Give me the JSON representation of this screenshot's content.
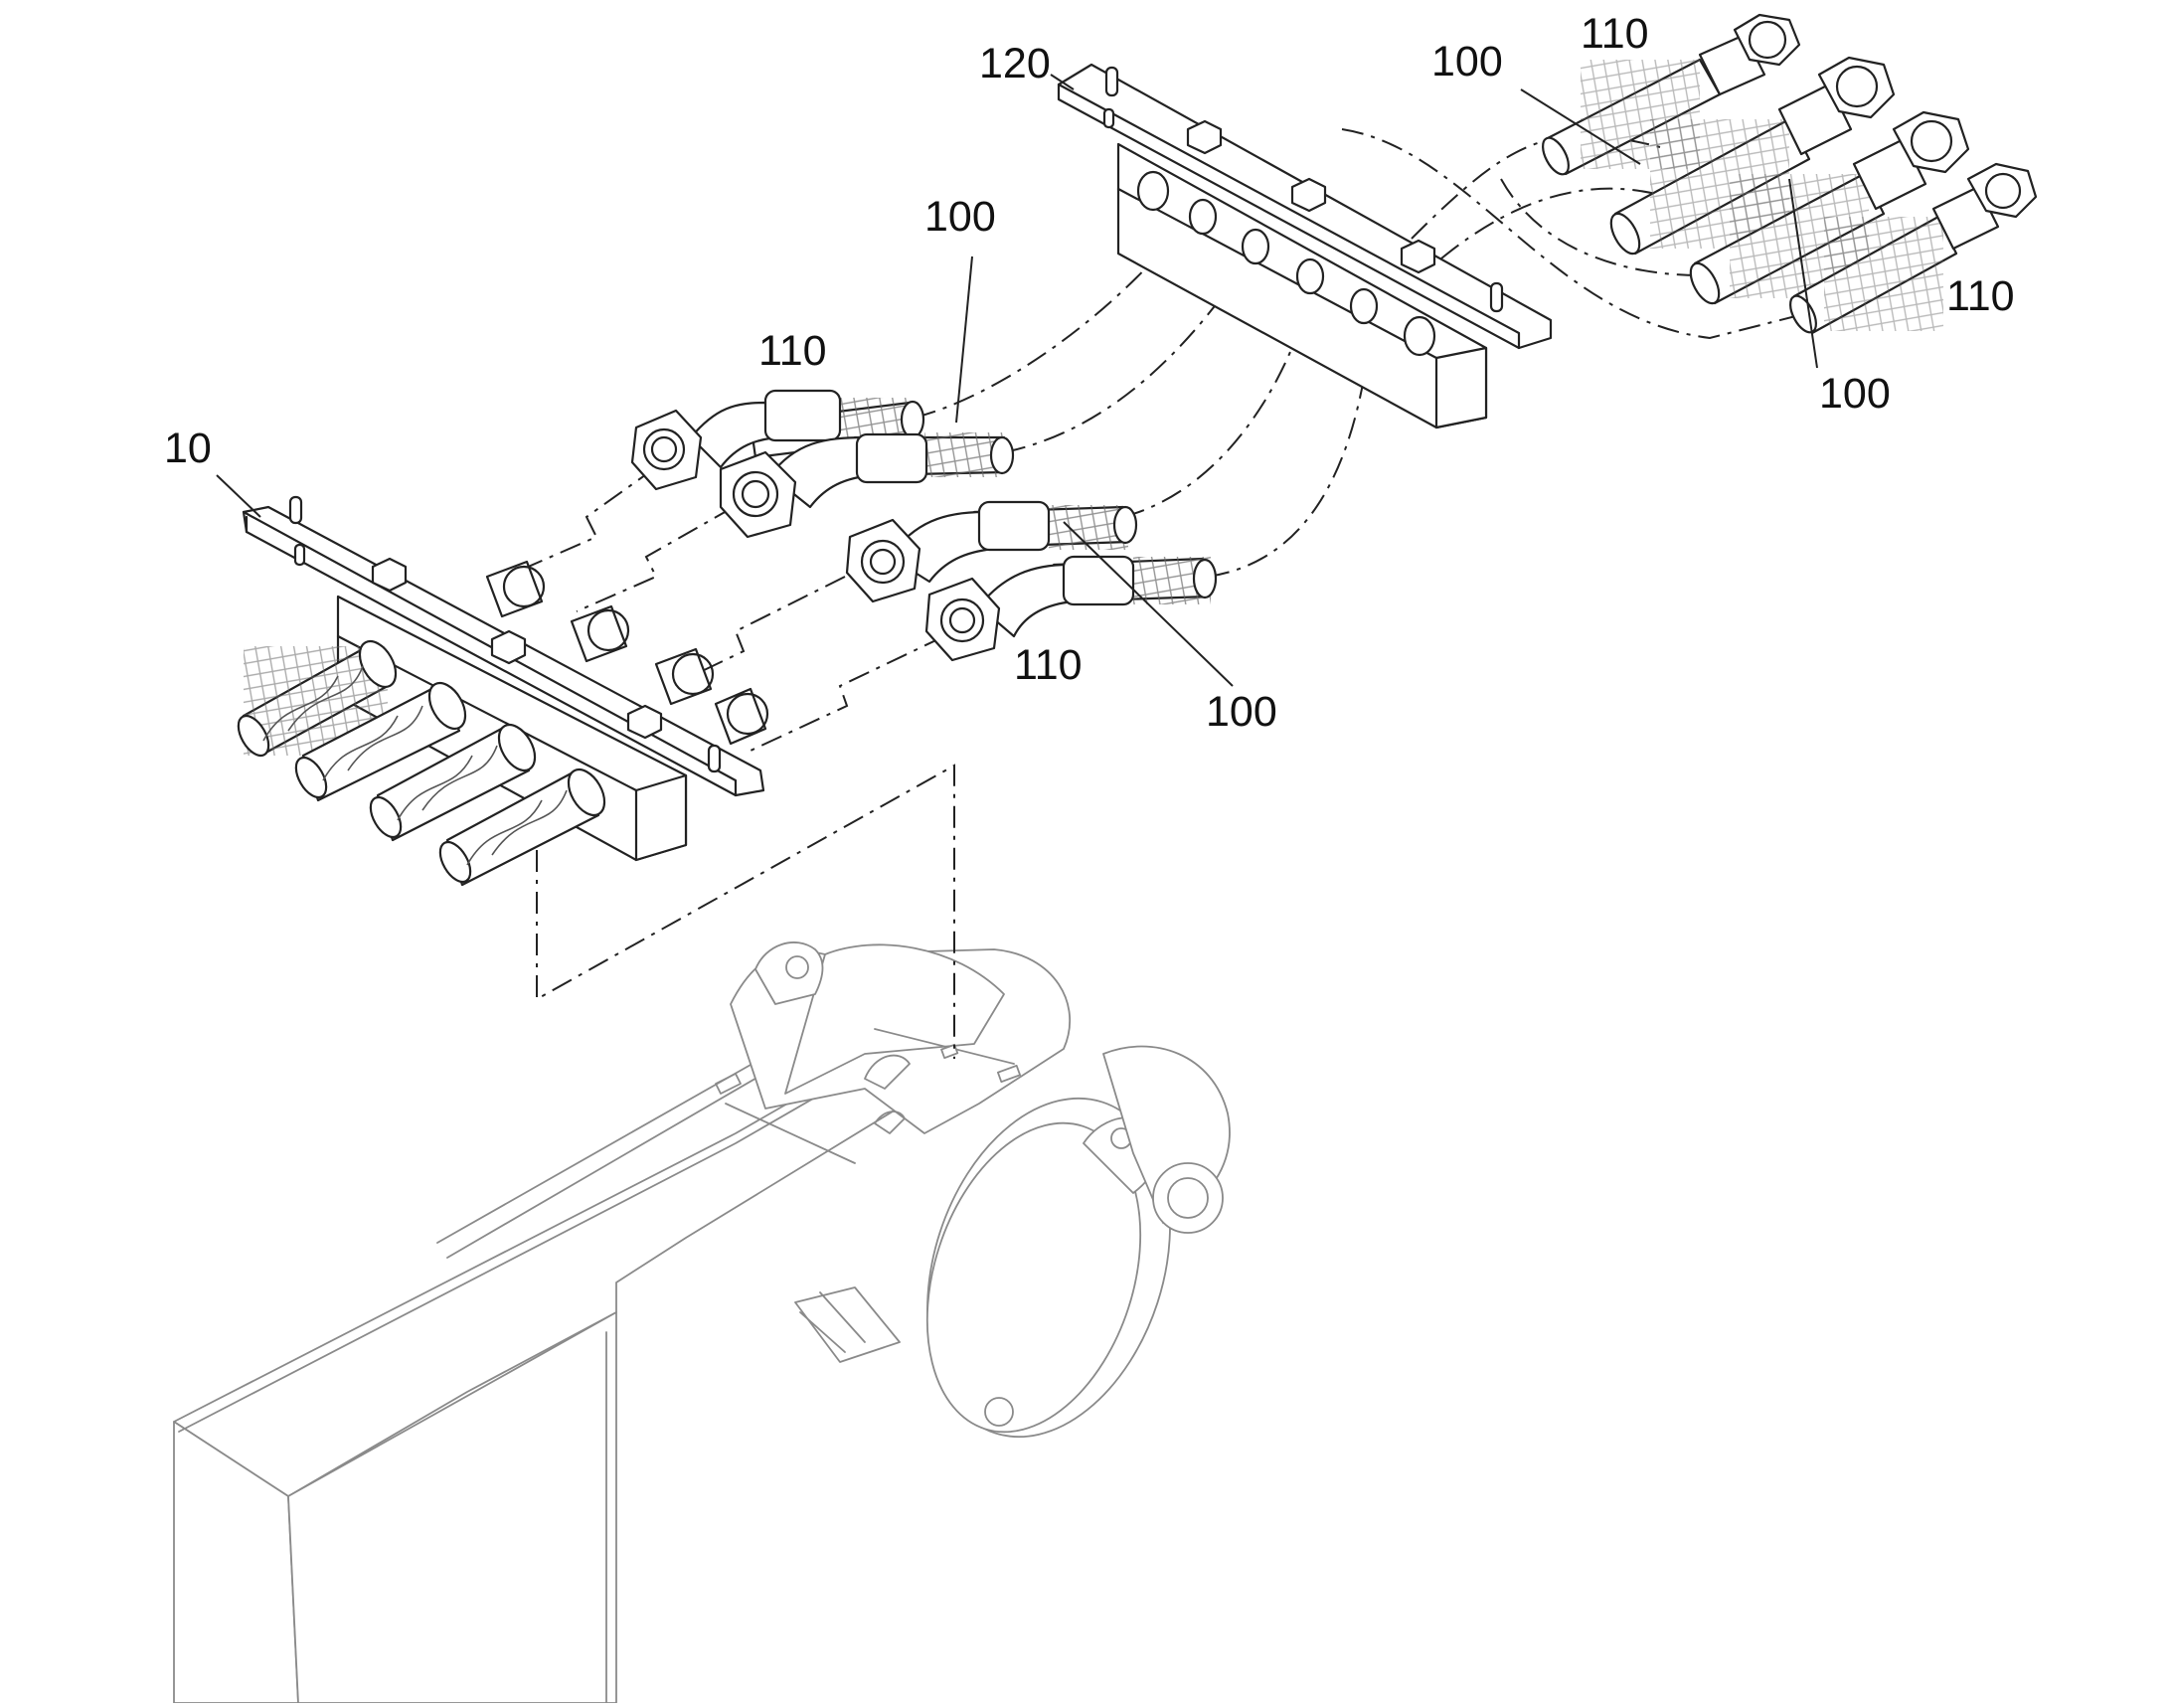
{
  "figure": {
    "labels": {
      "manifold_lower": "10",
      "manifold_upper": "120",
      "hose_a": "100",
      "hose_b": "100",
      "hose_c": "100",
      "hose_d": "100",
      "fitting_a": "110",
      "fitting_b": "110",
      "fitting_c": "110",
      "fitting_d": "110"
    }
  }
}
